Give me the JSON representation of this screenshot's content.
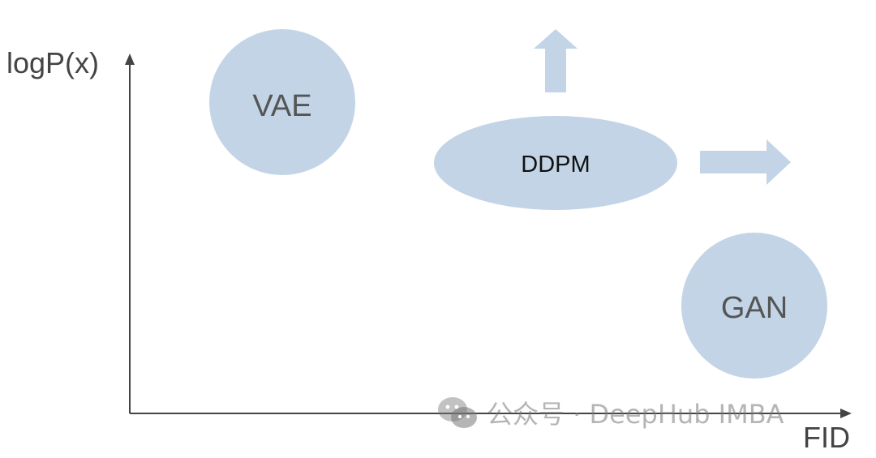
{
  "axes": {
    "y_label": "logP(x)",
    "x_label": "FID"
  },
  "nodes": {
    "vae": "VAE",
    "ddpm": "DDPM",
    "gan": "GAN"
  },
  "watermark": {
    "text": "公众号 · DeepHub IMBA"
  },
  "colors": {
    "shape_fill": "#c2d4e6",
    "axis": "#444444",
    "text": "#555555"
  }
}
